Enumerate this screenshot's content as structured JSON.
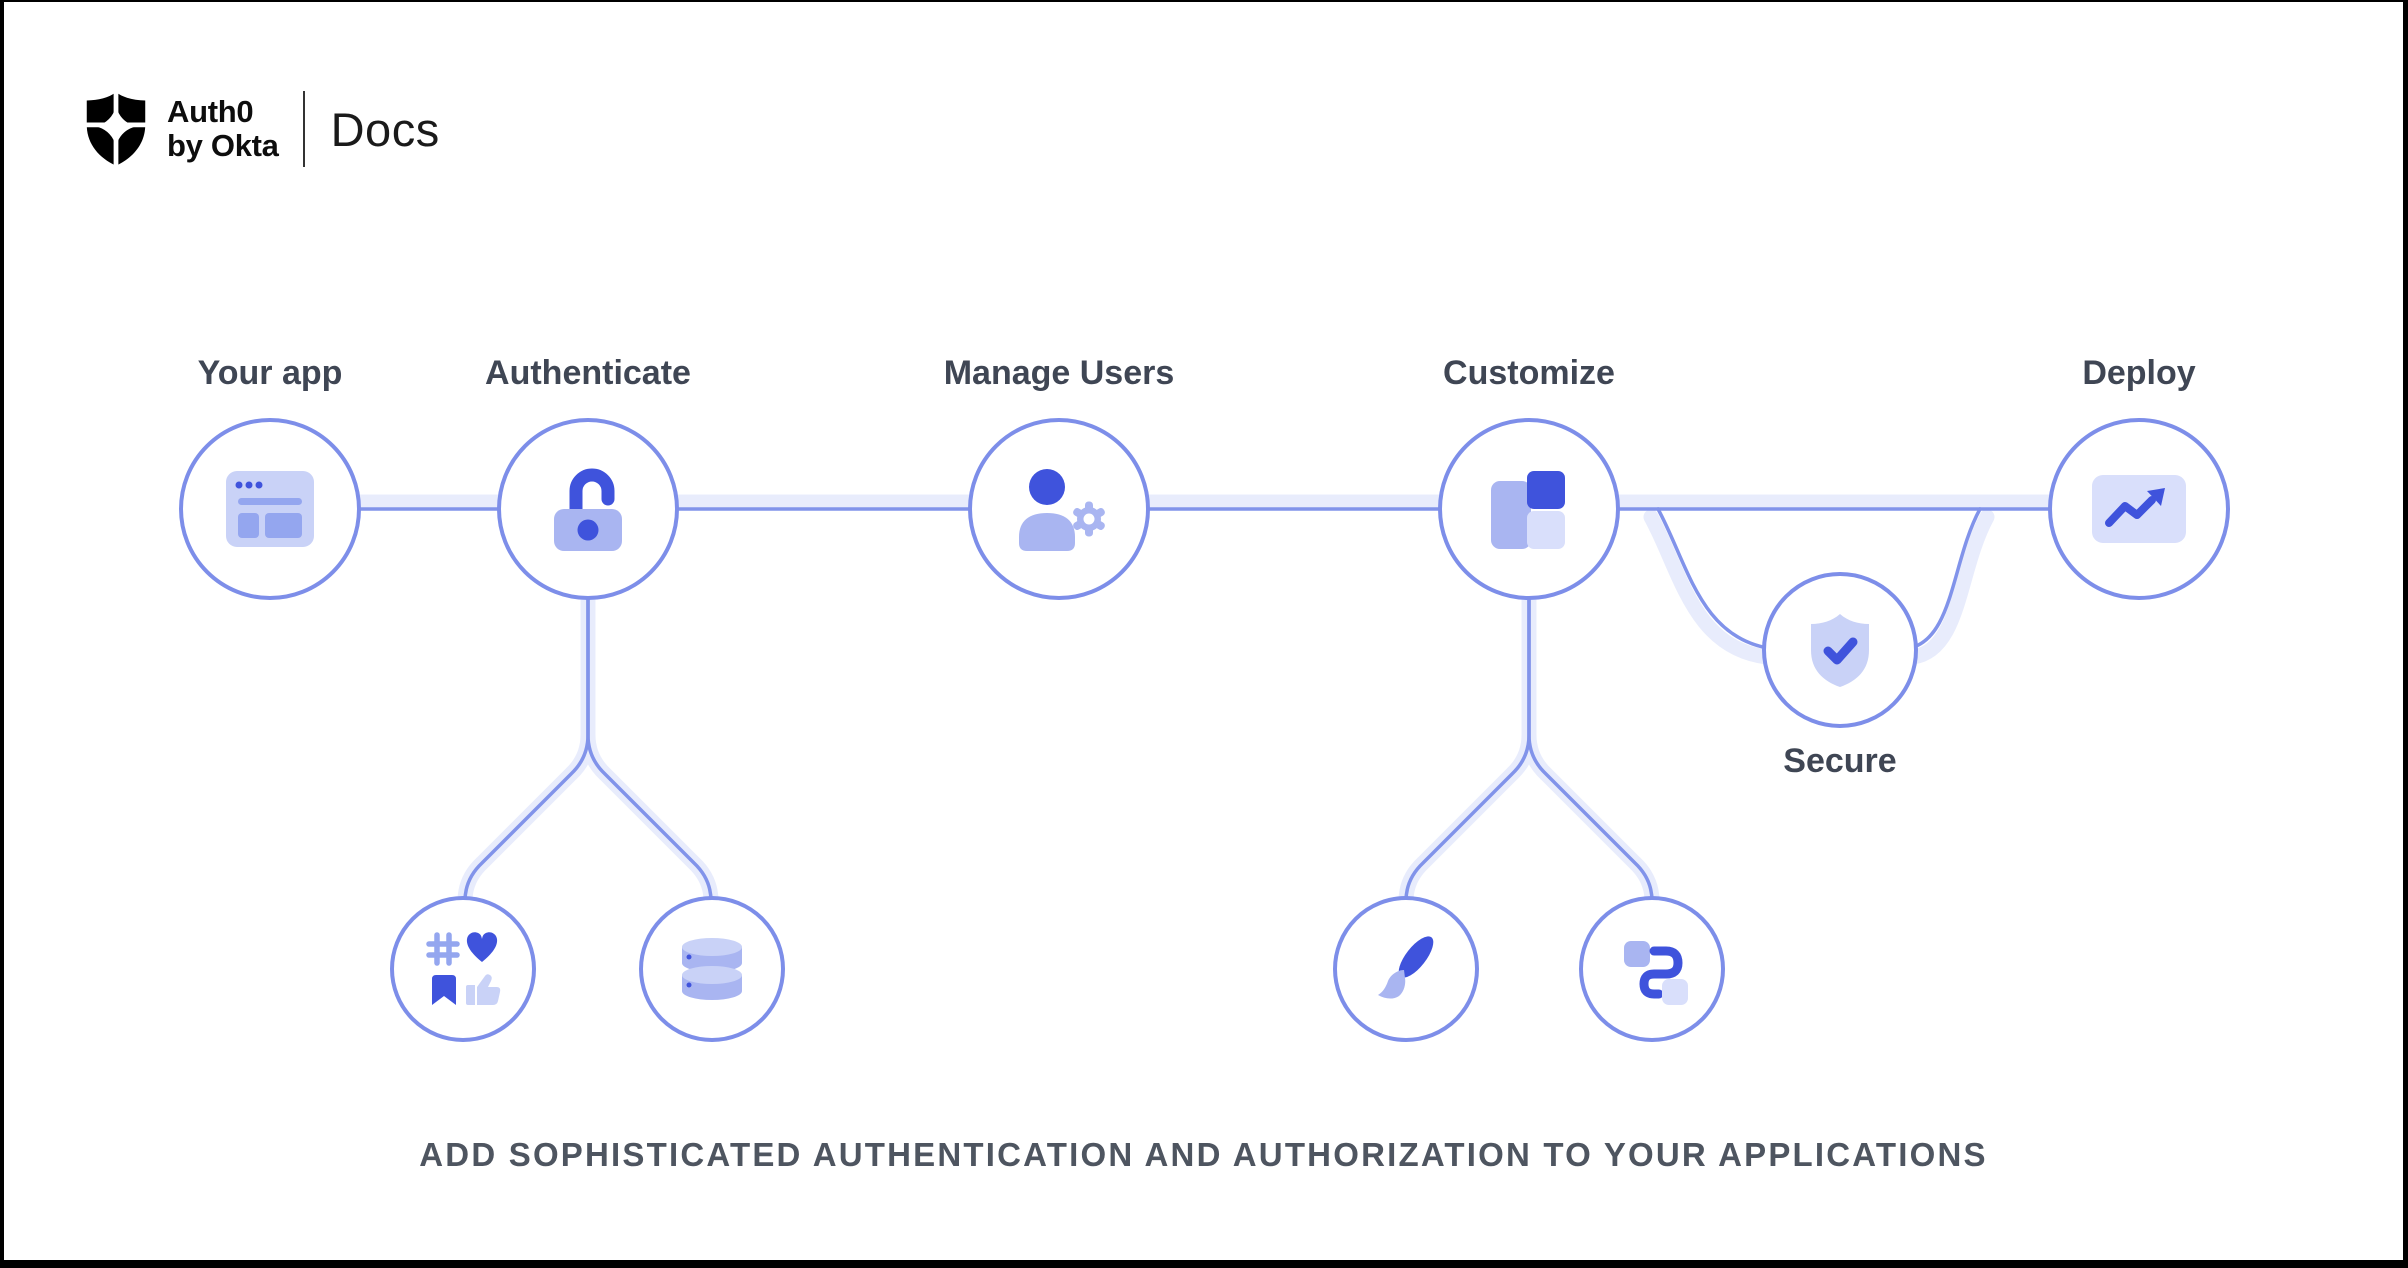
{
  "header": {
    "brand_line1": "Auth0",
    "brand_line2": "by Okta",
    "product": "Docs"
  },
  "flow": {
    "nodes": [
      {
        "id": "your-app",
        "label": "Your app",
        "icon": "browser-window-icon"
      },
      {
        "id": "authenticate",
        "label": "Authenticate",
        "icon": "open-lock-icon"
      },
      {
        "id": "manage-users",
        "label": "Manage Users",
        "icon": "user-gear-icon"
      },
      {
        "id": "customize",
        "label": "Customize",
        "icon": "layout-blocks-icon"
      },
      {
        "id": "deploy",
        "label": "Deploy",
        "icon": "trend-chart-icon"
      },
      {
        "id": "secure",
        "label": "Secure",
        "icon": "shield-check-icon"
      }
    ],
    "sub_nodes": [
      {
        "id": "social-login",
        "parent": "authenticate",
        "icon": "social-engagement-icon"
      },
      {
        "id": "database",
        "parent": "authenticate",
        "icon": "database-icon"
      },
      {
        "id": "branding",
        "parent": "customize",
        "icon": "paintbrush-icon"
      },
      {
        "id": "flows",
        "parent": "customize",
        "icon": "flow-path-icon"
      }
    ]
  },
  "tagline": "ADD SOPHISTICATED AUTHENTICATION AND AUTHORIZATION TO YOUR APPLICATIONS",
  "colors": {
    "accent": "#3f53dc",
    "mid_blue": "#a9b5f1",
    "soft_blue": "#94a6ef",
    "light_blue": "#c9d2f7",
    "xlight_blue": "#d9dffb",
    "circle_border": "#7d8ee9",
    "line_core": "#8193ea",
    "line_halo": "#e8ecfc",
    "label_text": "#3f4654",
    "tagline_text": "#4e5560",
    "logo_black": "#0d0d0d"
  }
}
